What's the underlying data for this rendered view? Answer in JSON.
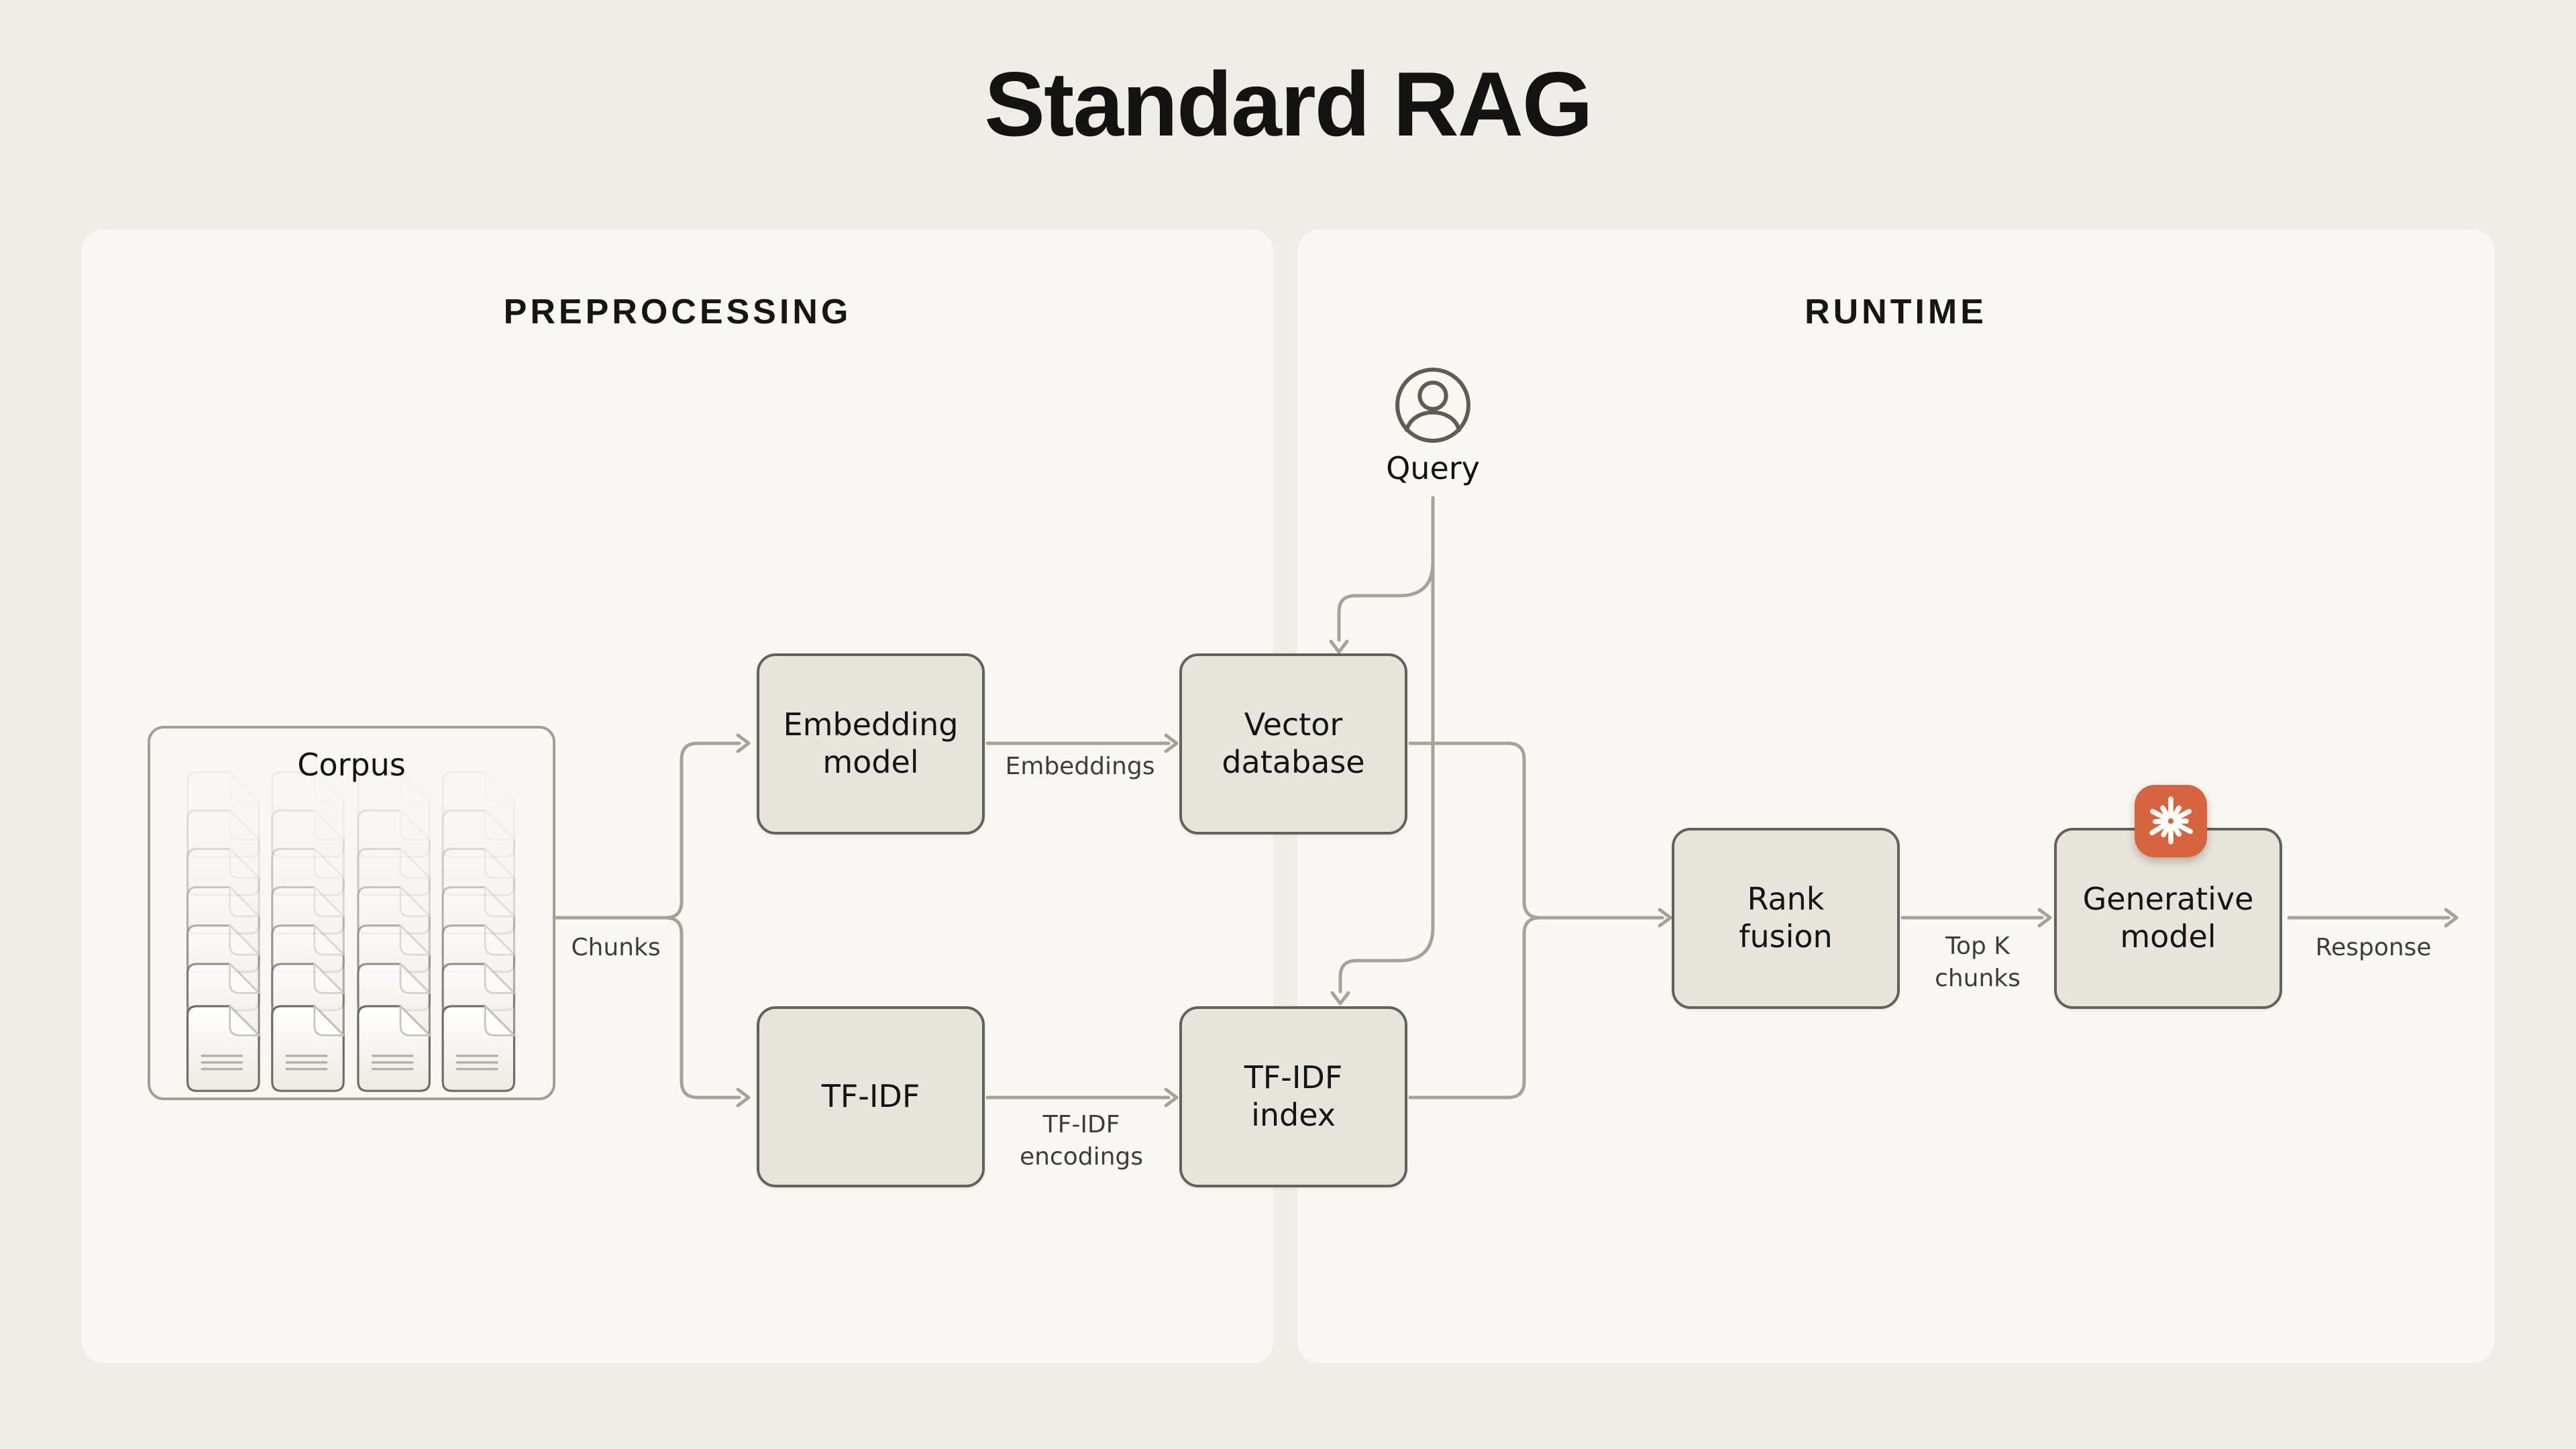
{
  "title": "Standard RAG",
  "panels": {
    "preprocessing": {
      "header": "PREPROCESSING"
    },
    "runtime": {
      "header": "RUNTIME"
    }
  },
  "nodes": {
    "corpus": {
      "label": "Corpus",
      "columns": 4,
      "docs_per_column": 7
    },
    "embedding_model": {
      "label": "Embedding\nmodel"
    },
    "vector_database": {
      "label": "Vector\ndatabase"
    },
    "tfidf": {
      "label": "TF-IDF"
    },
    "tfidf_index": {
      "label": "TF-IDF\nindex"
    },
    "query": {
      "label": "Query"
    },
    "rank_fusion": {
      "label": "Rank\nfusion"
    },
    "generative_model": {
      "label": "Generative\nmodel"
    }
  },
  "edge_labels": {
    "chunks": "Chunks",
    "embeddings": "Embeddings",
    "tfidf_encodings": "TF-IDF\nencodings",
    "top_k_chunks": "Top K\nchunks",
    "response": "Response"
  },
  "colors": {
    "background": "#EFEDE8",
    "panel": "#F8F7F3",
    "node_fill": "#E7E4DB",
    "node_border": "#63625A",
    "corpus_border": "#A09F95",
    "connector": "#A4A39A",
    "badge": "#D6653F",
    "text_primary": "#141412",
    "text_secondary": "#3E3D37"
  }
}
